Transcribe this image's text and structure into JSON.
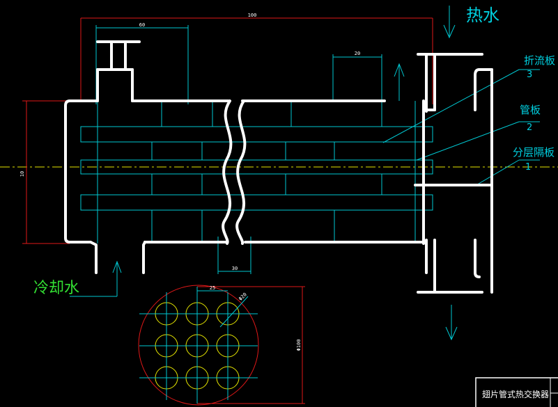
{
  "labels": {
    "hot_water": "热水",
    "cold_water": "冷却水",
    "baffle": "折流板",
    "baffle_no": "3",
    "tube_plate": "管板",
    "tube_plate_no": "2",
    "partition": "分层隔板",
    "partition_no": "1",
    "title_block": "翅片管式热交换器"
  },
  "dimensions": {
    "overall_length": "100",
    "nozzle_spacing": "60",
    "top_right": "20",
    "break_width": "30",
    "shell_height": "10",
    "tube_pitch": "25",
    "tube_dia": "Φ20",
    "end_dia": "Φ100"
  },
  "colors": {
    "background": "#000000",
    "outline": "#ffffff",
    "construction": "#00c8d2",
    "dimension": "#e01818",
    "center_line": "#e6e600",
    "label_green": "#33e033",
    "label_cyan": "#00d0e0"
  }
}
